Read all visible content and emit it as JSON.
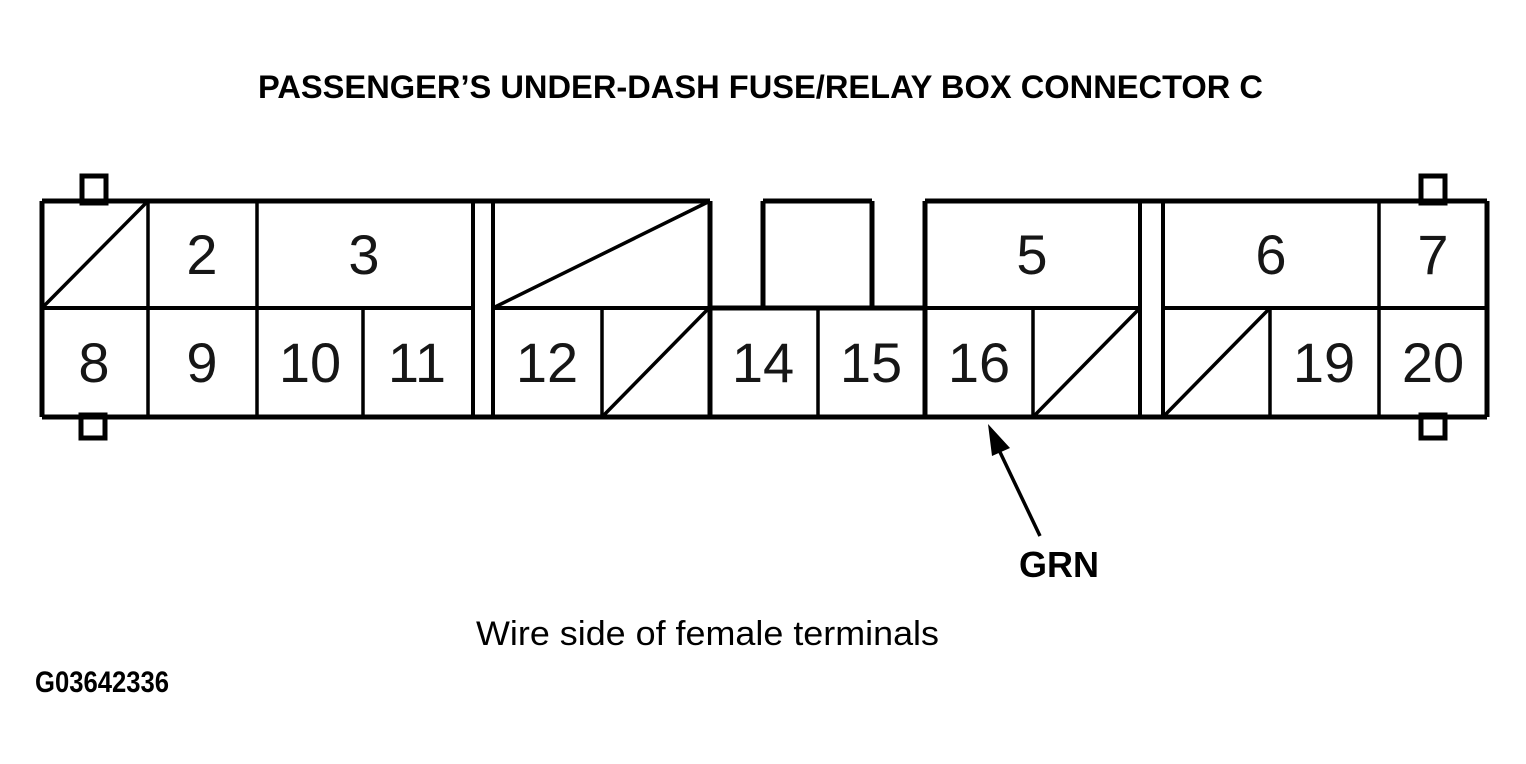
{
  "title": "PASSENGER’S UNDER-DASH FUSE/RELAY BOX CONNECTOR C",
  "caption": "Wire side of female terminals",
  "figure_code": "G03642336",
  "callout": {
    "label": "GRN",
    "target_terminal": "16"
  },
  "colors": {
    "ink": "#000000",
    "paper": "#ffffff"
  },
  "connector": {
    "rows": 2,
    "top_terminals": [
      "2",
      "3",
      "5",
      "6",
      "7"
    ],
    "bottom_terminals": [
      "8",
      "9",
      "10",
      "11",
      "12",
      "14",
      "15",
      "16",
      "19",
      "20"
    ],
    "blank_slashed_cells": {
      "top_row_count": 2,
      "bottom_row_count": 3
    }
  }
}
